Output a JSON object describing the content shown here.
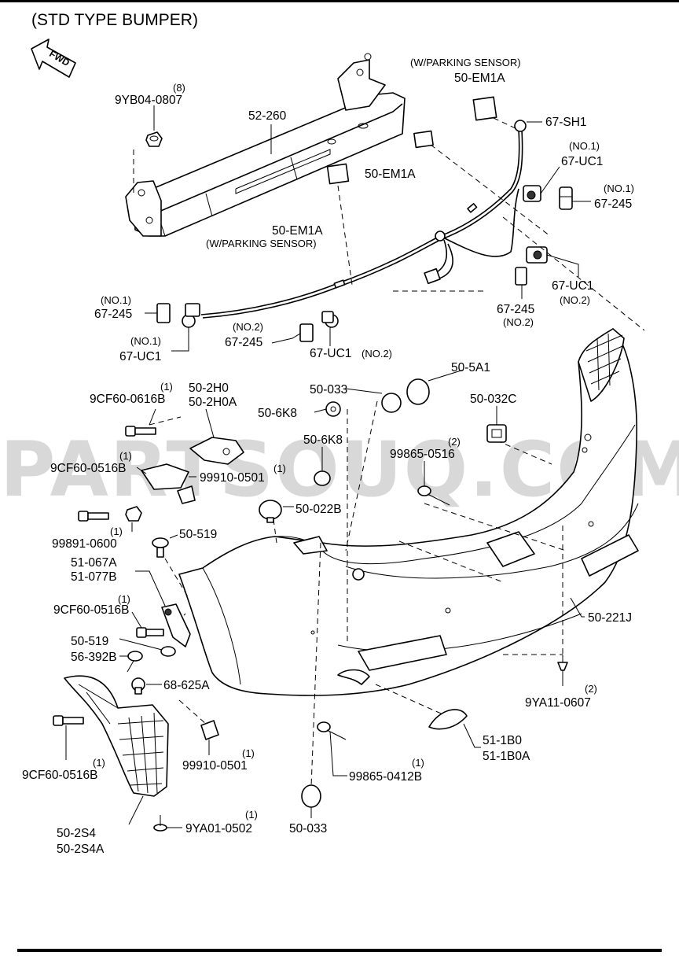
{
  "header": {
    "title": "(STD TYPE BUMPER)"
  },
  "watermark": "PARTSOUQ.COM",
  "fwd_arrow": {
    "label": "FWD"
  },
  "labels": {
    "yb04_qty": "(8)",
    "yb04": "9YB04-0807",
    "p52_260": "52-260",
    "w_parking_top": "(W/PARKING SENSOR)",
    "em1a_top": "50-EM1A",
    "sh1": "67-SH1",
    "em1a_mid": "50-EM1A",
    "no1_uc1_r_qty": "(NO.1)",
    "uc1_r": "67-UC1",
    "no1_245_r_qty": "(NO.1)",
    "p245_r": "67-245",
    "em1a_low": "50-EM1A",
    "w_parking_low": "(W/PARKING SENSOR)",
    "uc1_r2": "67-UC1",
    "uc1_r2_no": "(NO.2)",
    "p245_r2": "67-245",
    "p245_r2_no": "(NO.2)",
    "no1_245_l_qty": "(NO.1)",
    "p245_l": "67-245",
    "no1_uc1_l_qty": "(NO.1)",
    "uc1_l": "67-UC1",
    "no2_245_m_qty": "(NO.2)",
    "p245_m": "67-245",
    "uc1_m": "67-UC1",
    "uc1_m_no": "(NO.2)",
    "cf60_0616_qty": "(1)",
    "cf60_0616": "9CF60-0616B",
    "h0": "50-2H0",
    "h0a": "50-2H0A",
    "p50_033_top": "50-033",
    "p50_5a1": "50-5A1",
    "p6k8_a": "50-6K8",
    "p032c": "50-032C",
    "cf60_0516_a_qty": "(1)",
    "cf60_0516_a": "9CF60-0516B",
    "p99910_a_qty": "(1)",
    "p99910_a": "99910-0501",
    "p6k8_b": "50-6K8",
    "p99865_0516_qty": "(2)",
    "p99865_0516": "99865-0516",
    "p022b": "50-022B",
    "p99891_qty": "(1)",
    "p99891": "99891-0600",
    "p519_a": "50-519",
    "p067a": "51-067A",
    "p077b": "51-077B",
    "cf60_0516_b_qty": "(1)",
    "cf60_0516_b": "9CF60-0516B",
    "p221j": "50-221J",
    "p519_b": "50-519",
    "p392b": "56-392B",
    "p625a": "68-625A",
    "ya11_qty": "(2)",
    "ya11": "9YA11-0607",
    "cf60_0516_c_qty": "(1)",
    "cf60_0516_c": "9CF60-0516B",
    "p99910_b_qty": "(1)",
    "p99910_b": "99910-0501",
    "b0": "51-1B0",
    "b0a": "51-1B0A",
    "p99865_0412_qty": "(1)",
    "p99865_0412": "99865-0412B",
    "ya01_qty": "(1)",
    "ya01": "9YA01-0502",
    "p2s4": "50-2S4",
    "p2s4a": "50-2S4A",
    "p50_033_bot": "50-033"
  }
}
